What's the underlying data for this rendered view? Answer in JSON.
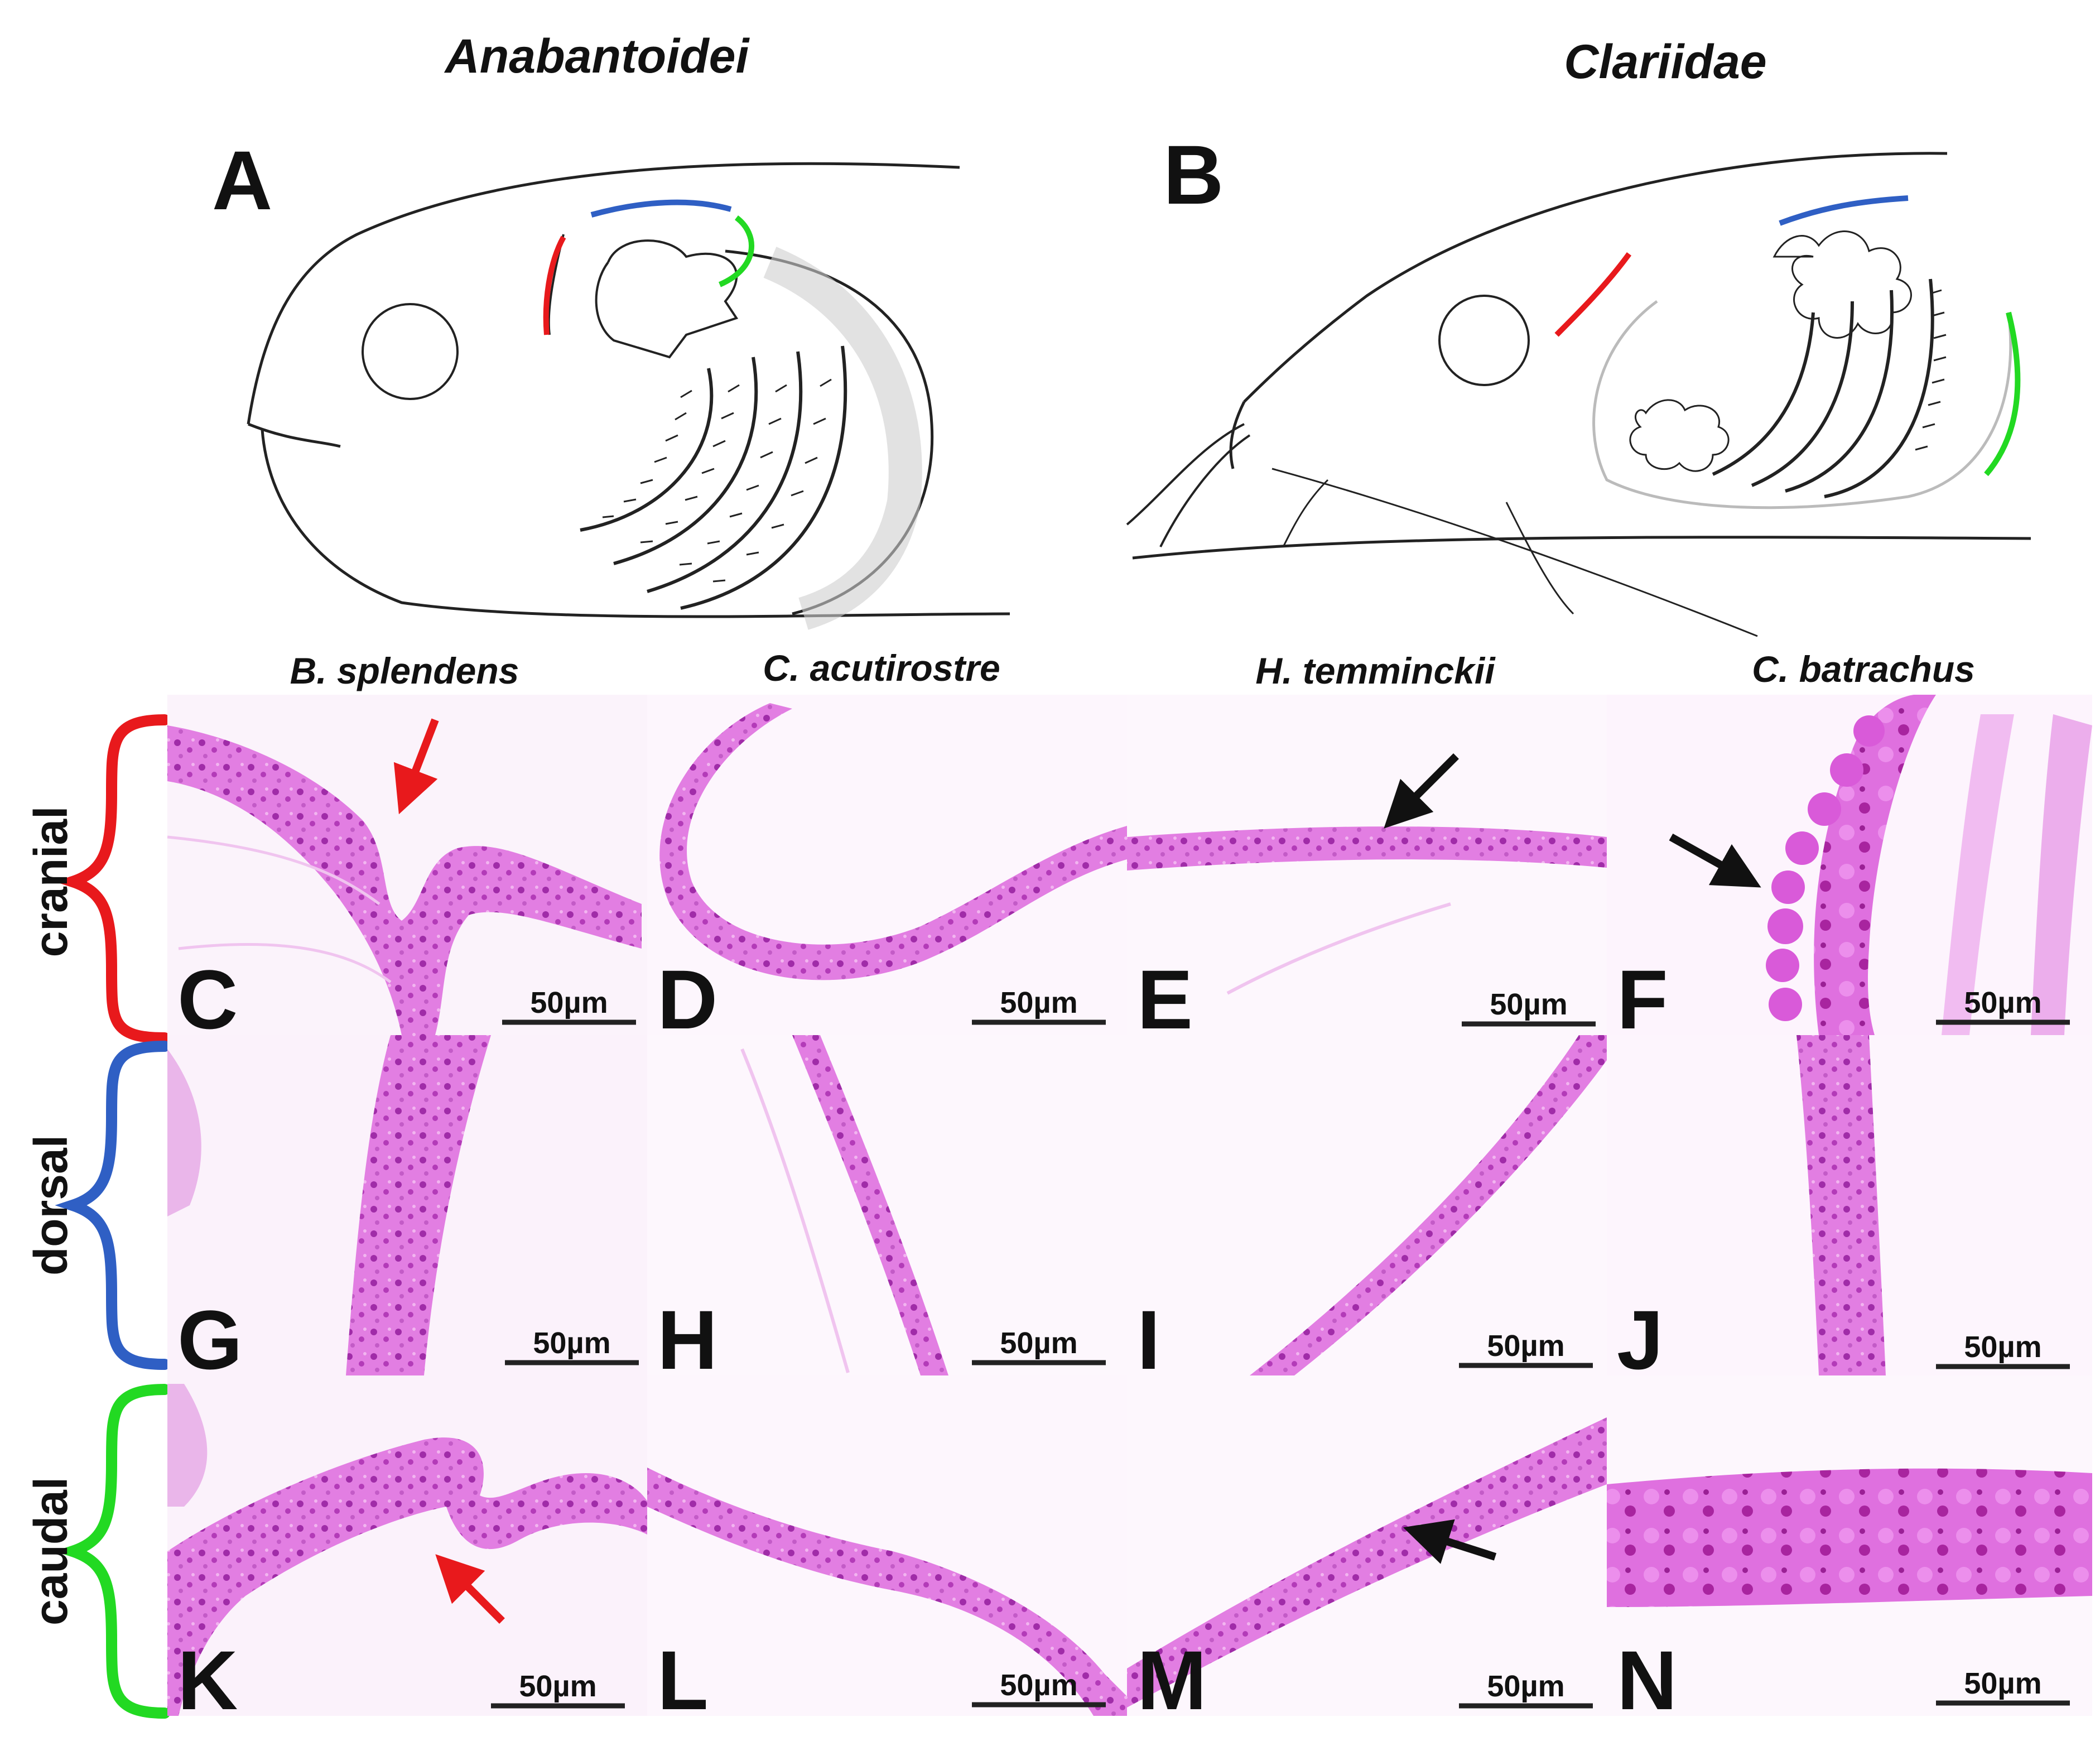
{
  "group_titles": [
    "Anabantoidei",
    "Clariidae"
  ],
  "top_panels": [
    "A",
    "B"
  ],
  "species": [
    "B. splendens",
    "C. acutirostre",
    "H. temminckii",
    "C. batrachus"
  ],
  "regions": [
    {
      "label": "cranial",
      "color": "#e8191c"
    },
    {
      "label": "dorsal",
      "color": "#2f5fc4"
    },
    {
      "label": "caudal",
      "color": "#22d922"
    }
  ],
  "micro_panels": [
    [
      "C",
      "D",
      "E",
      "F"
    ],
    [
      "G",
      "H",
      "I",
      "J"
    ],
    [
      "K",
      "L",
      "M",
      "N"
    ]
  ],
  "scale_bar": "50µm",
  "colors": {
    "tissue": "#d968d9",
    "tissue_light": "#f0c4ef",
    "line_red": "#e8191c",
    "line_blue": "#2f5fc4",
    "line_green": "#22d922",
    "arrow_red": "#e8191c",
    "arrow_black": "#111111"
  }
}
